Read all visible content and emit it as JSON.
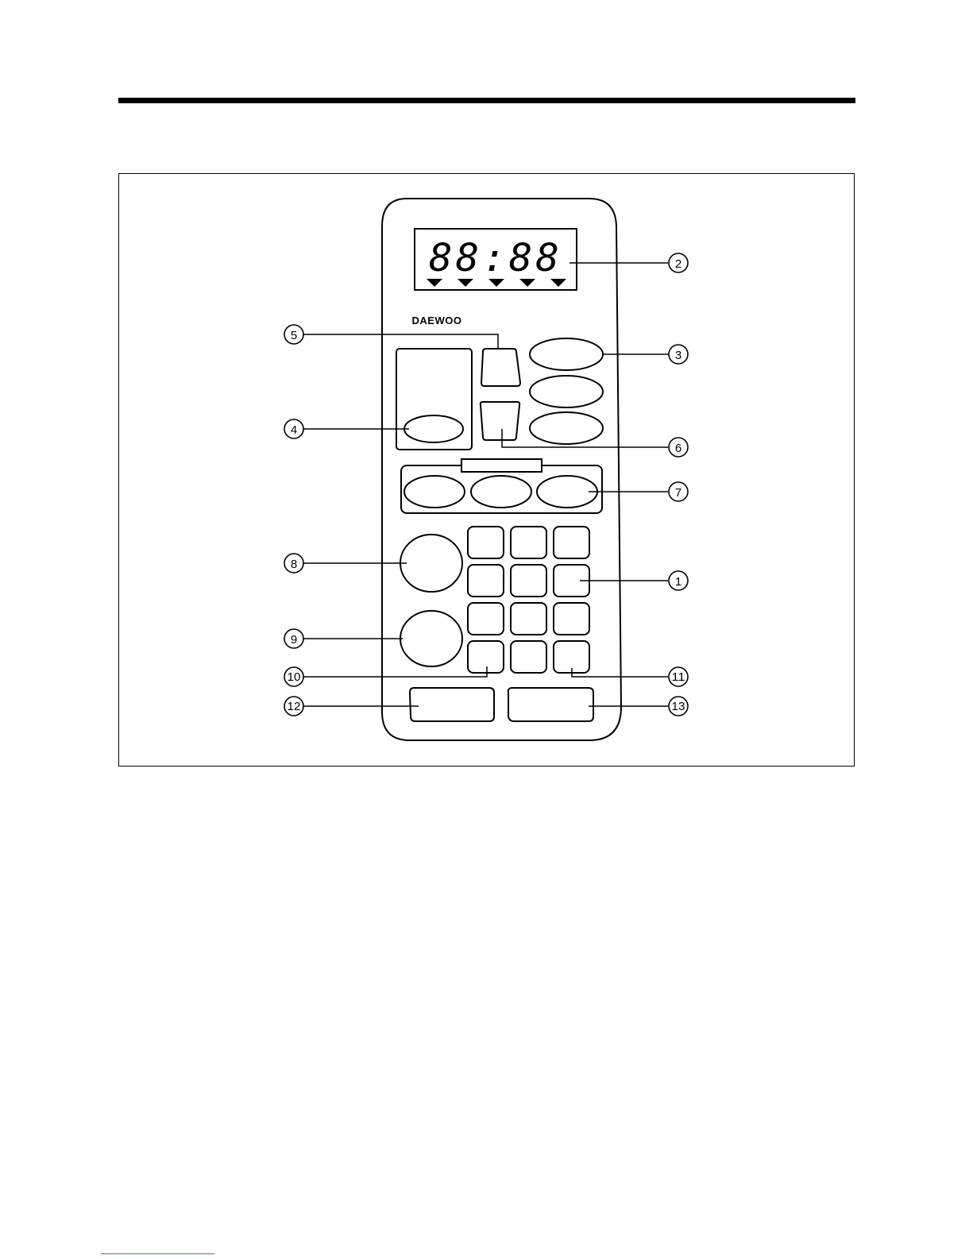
{
  "diagram": {
    "brand_logo": "DAEWOO",
    "display_readout": "88:88",
    "callouts": [
      "1",
      "2",
      "3",
      "4",
      "5",
      "6",
      "7",
      "8",
      "9",
      "10",
      "11",
      "12",
      "13"
    ]
  }
}
